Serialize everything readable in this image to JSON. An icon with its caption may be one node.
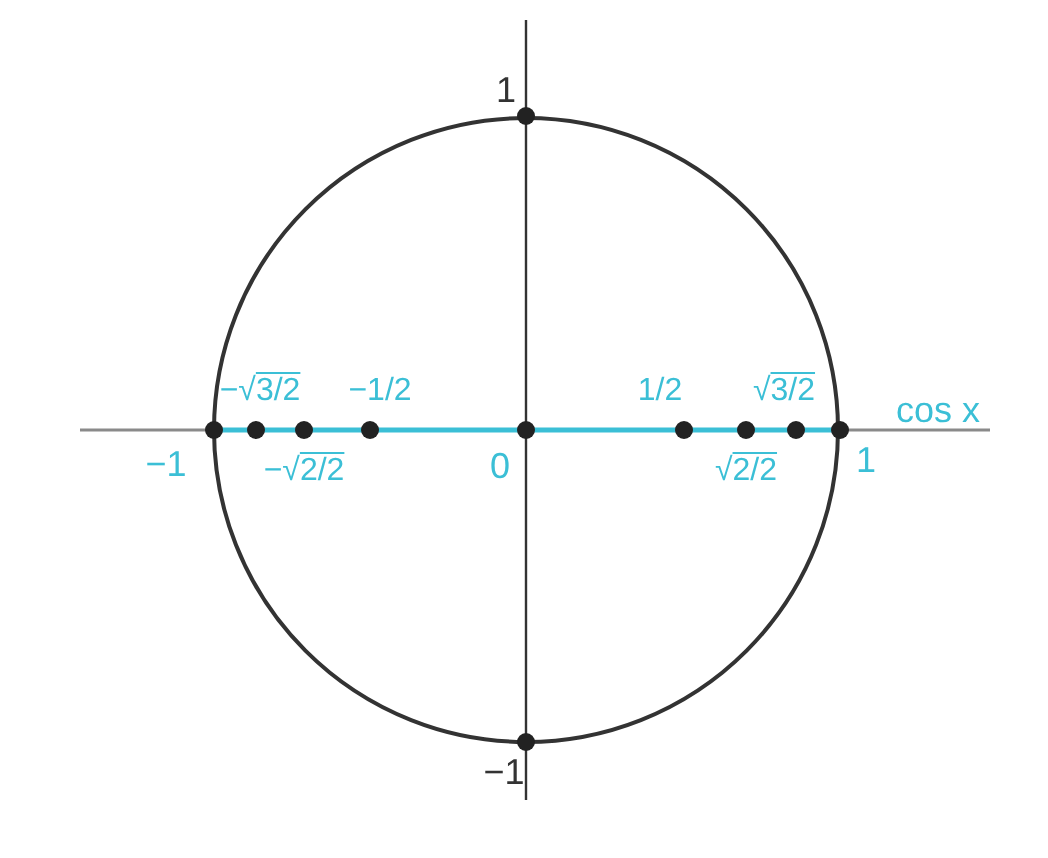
{
  "diagram": {
    "labels": [
      "1",
      "−√3/2",
      "−1/2",
      "1/2",
      "√3/2",
      "cos x",
      "−1",
      "−√2/2",
      "0",
      "√2/2",
      "1",
      "−1"
    ]
  }
}
